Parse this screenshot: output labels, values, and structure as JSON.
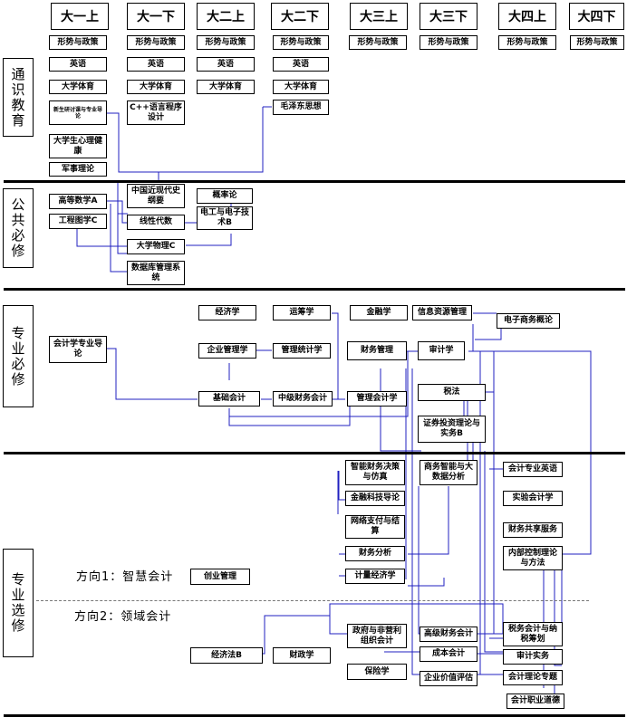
{
  "semesters": [
    "大一上",
    "大一下",
    "大二上",
    "大二下",
    "大三上",
    "大三下",
    "大四上",
    "大四下"
  ],
  "sections": {
    "general": "通识教育",
    "public": "公共必修",
    "major_required": "专业必修",
    "major_elective": "专业选修"
  },
  "directions": {
    "d1": "方向1：智慧会计",
    "d2": "方向2：领域会计"
  },
  "courses": {
    "xszc": "形势与政策",
    "english": "英语",
    "pe": "大学体育",
    "xiaowu": "新生研讨课与专业导论",
    "cpp": "C++语言程序设计",
    "maozedong": "毛泽东思想",
    "xinli": "大学生心理健康",
    "junshi": "军事理论",
    "jindaishi": "中国近现代史纲要",
    "gailv": "概率论",
    "gaoshu": "高等数学A",
    "xianxing": "线性代数",
    "diangong": "电工与电子技术B",
    "gongcheng": "工程图学C",
    "wuli": "大学物理C",
    "shujuku": "数据库管理系统",
    "jingjixue": "经济学",
    "yunchou": "运筹学",
    "jinrong": "金融学",
    "xinxi": "信息资源管理",
    "dianzi": "电子商务概论",
    "daolun": "会计学专业导论",
    "qiyeguanli": "企业管理学",
    "guanlitongji": "管理统计学",
    "caiwuguanli": "财务管理",
    "shenji": "审计学",
    "jichu": "基础会计",
    "zhongji": "中级财务会计",
    "guanlikuaiji": "管理会计学",
    "shuifa": "税法",
    "zhengquan": "证券投资理论与实务B",
    "zhinengjuece": "智能财务决策与仿真",
    "shangwu": "商务智能与大数据分析",
    "yingyu_kj": "会计专业英语",
    "shiyan": "实验会计学",
    "jinrongkeji": "金融科技导论",
    "gongxiang": "财务共享服务",
    "wangluo": "网络支付与结算",
    "neibu": "内部控制理论与方法",
    "caiwufenxi": "财务分析",
    "jiliang": "计量经济学",
    "chuangye": "创业管理",
    "zhengfu": "政府与非营利组织会计",
    "gaoji": "高级财务会计",
    "shuiwu": "税务会计与纳税筹划",
    "jingjifa": "经济法B",
    "caizheng": "财政学",
    "chengben": "成本会计",
    "shenjishiwu": "审计实务",
    "baoxian": "保险学",
    "jiazhi": "企业价值评估",
    "zhuanti": "会计理论专题",
    "daode": "会计职业道德"
  },
  "colors": {
    "line": "#2020c0",
    "border": "#000000"
  }
}
